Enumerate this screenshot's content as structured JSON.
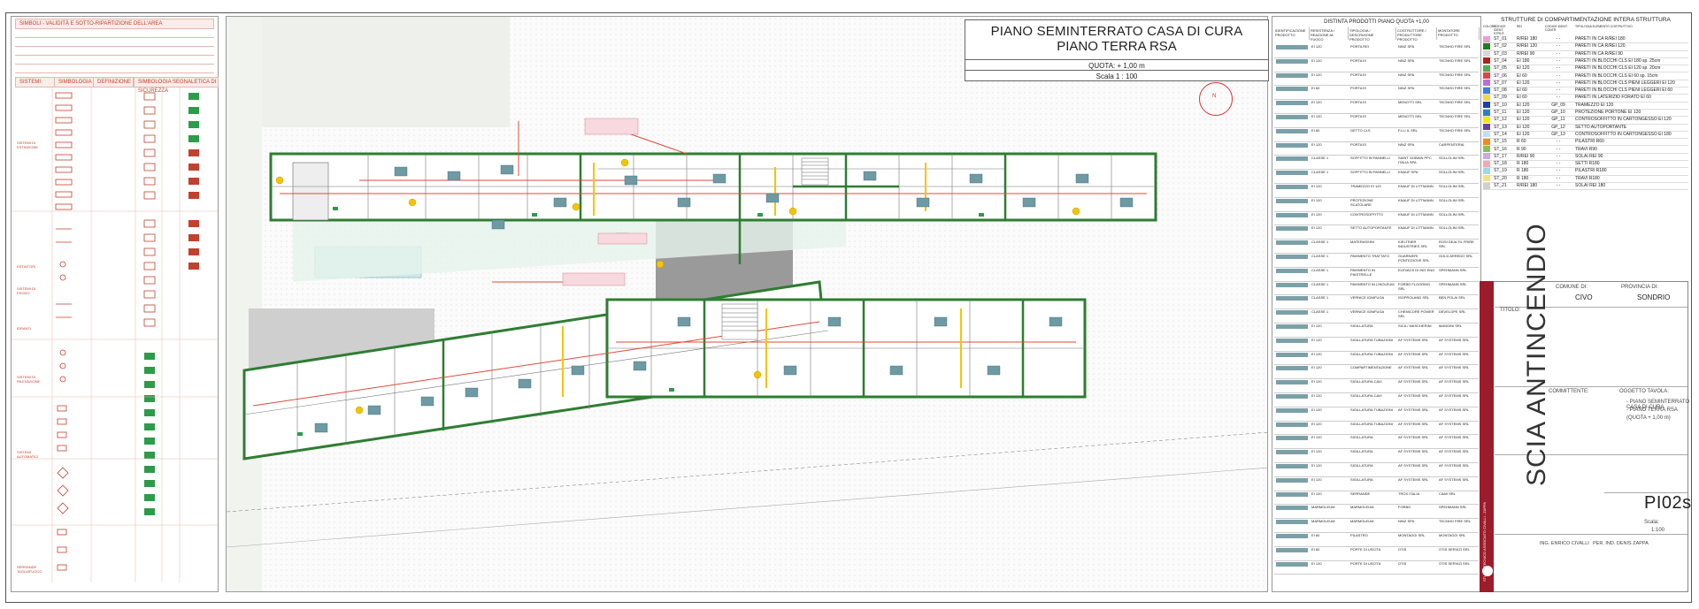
{
  "plan": {
    "title_line1": "PIANO SEMINTERRATO CASA DI CURA",
    "title_line2": "PIANO TERRA RSA",
    "quota": "QUOTA: + 1,00 m",
    "scale": "Scala 1 : 100",
    "north_label": "N"
  },
  "products": {
    "title": "DISTINTA PRODOTTI PIANO QUOTA +1,00",
    "headers": [
      "IDENTIFICAZIONE PRODOTTO",
      "RESISTENZA / REAZIONE AL FUOCO",
      "TIPOLOGIA / DESCRIZIONE PRODOTTO",
      "COSTRUTTORE / PRODUTTORE PRODOTTO",
      "MONTATORE PRODOTTO"
    ],
    "rows": [
      {
        "code": "EI 120",
        "type": "PORTA REI",
        "maker": "NINZ SPA",
        "fitter": "TECNHO FIRE SRL"
      },
      {
        "code": "EI 120",
        "type": "PORTA EI",
        "maker": "NINZ SPA",
        "fitter": "TECNHO FIRE SRL"
      },
      {
        "code": "EI 120",
        "type": "PORTA EI",
        "maker": "NINZ SPA",
        "fitter": "TECNHO FIRE SRL"
      },
      {
        "code": "EI 60",
        "type": "PORTA EI",
        "maker": "NINZ SPA",
        "fitter": "TECNHO FIRE SRL"
      },
      {
        "code": "EI 120",
        "type": "PORTA EI",
        "maker": "MENOTTI SRL",
        "fitter": "TECNHO FIRE SRL"
      },
      {
        "code": "EI 120",
        "type": "PORTA EI",
        "maker": "MENOTTI SRL",
        "fitter": "TECNHO FIRE SRL"
      },
      {
        "code": "EI 60",
        "type": "GETTO CLS",
        "maker": "F.LLI IL SRL",
        "fitter": "TECNHO FIRE SRL"
      },
      {
        "code": "EI 120",
        "type": "PORTA EI",
        "maker": "NINZ SPA",
        "fitter": "CARPENTERIA"
      },
      {
        "code": "CLASSE 1",
        "type": "SOFFITTO IN PANNELLI",
        "maker": "SAINT GOBAIN PPC ITALIA SPA",
        "fitter": "SOLLOLINI SRL"
      },
      {
        "code": "CLASSE 1",
        "type": "SOFFITTO IN PANNELLI",
        "maker": "KNAUF SPA",
        "fitter": "SOLLOLINI SRL"
      },
      {
        "code": "EI 120",
        "type": "TRAMEZZO EI 120",
        "maker": "KNAUF DI LITTMANN",
        "fitter": "SOLLOLINI SRL"
      },
      {
        "code": "EI 120",
        "type": "PROTEZIONE SCATOLARE",
        "maker": "KNAUF DI LITTMANN",
        "fitter": "SOLLOLINI SRL"
      },
      {
        "code": "EI 120",
        "type": "CONTROSOFFITTO",
        "maker": "KNAUF DI LITTMANN",
        "fitter": "SOLLOLINI SRL"
      },
      {
        "code": "EI 120",
        "type": "SETTO AUTOPORTANTE",
        "maker": "KNAUF DI LITTMANN",
        "fitter": "SOLLOLINI SRL"
      },
      {
        "code": "CLASSE 1",
        "type": "MATERASSINI",
        "maker": "KIELTRIER INDUSTRIES SRL",
        "fitter": "ROSI DEALTIL FRIRE SRL"
      },
      {
        "code": "CLASSE 1",
        "type": "PAVIMENTO TRATTATO",
        "maker": "GUARNIERI PONTEGIOVE SRL",
        "fitter": "GOLD ARREDO SRL"
      },
      {
        "code": "CLASSE 1",
        "type": "PAVIMENTO IN PIASTRELLE",
        "maker": "ELEVACS DI ING ENG",
        "fitter": "SPEHMANN SRL"
      },
      {
        "code": "CLASSE 1",
        "type": "PAVIMENTO IN LINOLEUM",
        "maker": "FORBO FLOORING SRL",
        "fitter": "SPEHMANN SRL"
      },
      {
        "code": "CLASSE 1",
        "type": "VERNICE IGNIFUGA",
        "maker": "ISOPROLAND SRL",
        "fitter": "BEN POLAI SRL"
      },
      {
        "code": "CLASSE 1",
        "type": "VERNICE IGNIFUGA",
        "maker": "CHEMICORE POWER SRL",
        "fitter": "DEVELOPE SRL"
      },
      {
        "code": "EI 120",
        "type": "SIGILLATURA",
        "maker": "SICA / MASCHERINI",
        "fitter": "MANGINI SRL"
      },
      {
        "code": "EI 120",
        "type": "SIGILLATURA TUBAZIONI",
        "maker": "AF SYSTEMS SRL",
        "fitter": "AF SYSTEMS SRL"
      },
      {
        "code": "EI 120",
        "type": "SIGILLATURA TUBAZIONI",
        "maker": "AF SYSTEMS SRL",
        "fitter": "AF SYSTEMS SRL"
      },
      {
        "code": "EI 120",
        "type": "COMPARTIMENTAZIONE",
        "maker": "AF SYSTEMS SRL",
        "fitter": "AF SYSTEMS SRL"
      },
      {
        "code": "EI 120",
        "type": "SIGILLATURA CAVI",
        "maker": "AF SYSTEMS SRL",
        "fitter": "AF SYSTEMS SRL"
      },
      {
        "code": "EI 120",
        "type": "SIGILLATURA CAVI",
        "maker": "AF SYSTEMS SRL",
        "fitter": "AF SYSTEMS SRL"
      },
      {
        "code": "EI 120",
        "type": "SIGILLATURA TUBAZIONI",
        "maker": "AF SYSTEMS SRL",
        "fitter": "AF SYSTEMS SRL"
      },
      {
        "code": "EI 120",
        "type": "SIGILLATURA TUBAZIONI",
        "maker": "AF SYSTEMS SRL",
        "fitter": "AF SYSTEMS SRL"
      },
      {
        "code": "EI 120",
        "type": "SIGILLATURA",
        "maker": "AF SYSTEMS SRL",
        "fitter": "AF SYSTEMS SRL"
      },
      {
        "code": "EI 120",
        "type": "SIGILLATURA",
        "maker": "AF SYSTEMS SRL",
        "fitter": "AF SYSTEMS SRL"
      },
      {
        "code": "EI 120",
        "type": "SIGILLATURA",
        "maker": "AF SYSTEMS SRL",
        "fitter": "AF SYSTEMS SRL"
      },
      {
        "code": "EI 120",
        "type": "SIGILLATURA",
        "maker": "AF SYSTEMS SRL",
        "fitter": "AF SYSTEMS SRL"
      },
      {
        "code": "EI 120",
        "type": "SERRANDE",
        "maker": "TROX ITALIA",
        "fitter": "CAMI SRL"
      },
      {
        "code": "MARMOLEUM",
        "type": "MARMOLEUM",
        "maker": "FORBO",
        "fitter": "SPEHMANN SRL"
      },
      {
        "code": "MARMOLEUM",
        "type": "MARMOLEUM",
        "maker": "NINZ SPA",
        "fitter": "TECNHO FIRE SRL"
      },
      {
        "code": "EI 60",
        "type": "PILASTRO",
        "maker": "MONTAGGI SRL",
        "fitter": "MONTAGGI SRL"
      },
      {
        "code": "EI 60",
        "type": "PORTE DI USCITA",
        "maker": "OTIS",
        "fitter": "OTIS SERVIZI SRL"
      },
      {
        "code": "EI 120",
        "type": "PORTE DI USCITA",
        "maker": "OTIS",
        "fitter": "OTIS SERVIZI SRL"
      }
    ]
  },
  "structures": {
    "title": "STRUTTURE DI COMPARTIMENTAZIONE INTERA STRUTTURA",
    "headers": [
      "COLORE",
      "CODICE IDENT. STRUT.",
      "REI",
      "CODICE IDENT. CONTR.",
      "TIPOLOGIA ELEMENTO COSTRUTTIVO"
    ],
    "rows": [
      {
        "code": "ST_01",
        "rei": "R/REI 180",
        "cp": "- -",
        "desc": "PARETI IN CA R/REI 180",
        "color": "#e7a3c9"
      },
      {
        "code": "ST_02",
        "rei": "R/REI 120",
        "cp": "- -",
        "desc": "PARETI IN CA R/REI 120",
        "color": "#1e7d1e"
      },
      {
        "code": "ST_03",
        "rei": "R/REI 90",
        "cp": "- -",
        "desc": "PARETI IN CA R/REI 90",
        "color": "#d8d8d8"
      },
      {
        "code": "ST_04",
        "rei": "EI 180",
        "cp": "- -",
        "desc": "PARETI IN BLOCCHI CLS EI 180 sp. 25cm",
        "color": "#b22222"
      },
      {
        "code": "ST_05",
        "rei": "EI 120",
        "cp": "- -",
        "desc": "PARETI IN BLOCCHI CLS EI 120 sp. 20cm",
        "color": "#4caf50"
      },
      {
        "code": "ST_06",
        "rei": "EI 60",
        "cp": "- -",
        "desc": "PARETI IN BLOCCHI CLS EI 60 sp. 15cm",
        "color": "#e04444"
      },
      {
        "code": "ST_07",
        "rei": "EI 120",
        "cp": "- -",
        "desc": "PARETI IN BLOCCHI CLS PIENI LEGGERI EI 120",
        "color": "#b86fd6"
      },
      {
        "code": "ST_08",
        "rei": "EI 60",
        "cp": "- -",
        "desc": "PARETI IN BLOCCHI CLS PIENI LEGGERI EI 60",
        "color": "#3b7ddd"
      },
      {
        "code": "ST_09",
        "rei": "EI 60",
        "cp": "- -",
        "desc": "PARETI IN LATERIZIO FORATO EI 60",
        "color": "#f2d64b"
      },
      {
        "code": "ST_10",
        "rei": "EI 120",
        "cp": "GP_09",
        "desc": "TRAMEZZO EI 120",
        "color": "#1c3fb0"
      },
      {
        "code": "ST_11",
        "rei": "EI 120",
        "cp": "GP_10",
        "desc": "PROTEZIONE PORTONE EI 120",
        "color": "#2e7fbf"
      },
      {
        "code": "ST_12",
        "rei": "EI 120",
        "cp": "GP_11",
        "desc": "CONTROSOFFITTO IN CARTONGESSO EI 120",
        "color": "#f6e700"
      },
      {
        "code": "ST_13",
        "rei": "EI 120",
        "cp": "GP_12",
        "desc": "SETTO AUTOPORTANTE",
        "color": "#6b3fa0"
      },
      {
        "code": "ST_14",
        "rei": "EI 120",
        "cp": "GP_13",
        "desc": "CONTROSOFFITTO IN CARTONGESSO EI 180",
        "color": "#bfe0f5"
      },
      {
        "code": "ST_15",
        "rei": "R 60",
        "cp": "- -",
        "desc": "PILASTRI R60",
        "color": "#f08a24"
      },
      {
        "code": "ST_16",
        "rei": "R 90",
        "cp": "- -",
        "desc": "TRAVI R90",
        "color": "#8bc34a"
      },
      {
        "code": "ST_17",
        "rei": "R/REI 90",
        "cp": "- -",
        "desc": "SOLAI REI 90",
        "color": "#c9a9e8"
      },
      {
        "code": "ST_18",
        "rei": "R 180",
        "cp": "- -",
        "desc": "SETTI R180",
        "color": "#f3a9b3"
      },
      {
        "code": "ST_19",
        "rei": "R 180",
        "cp": "- -",
        "desc": "PILASTRI R180",
        "color": "#9dd9e8"
      },
      {
        "code": "ST_20",
        "rei": "R 180",
        "cp": "- -",
        "desc": "TRAVI R180",
        "color": "#f6e27a"
      },
      {
        "code": "ST_21",
        "rei": "R/REI 180",
        "cp": "- -",
        "desc": "SOLAI REI 180",
        "color": "#cfcfcf"
      }
    ]
  },
  "titleblock": {
    "comune_label": "COMUNE DI:",
    "comune": "CIVO",
    "provincia_label": "PROVINCIA DI:",
    "provincia": "SONDRIO",
    "titolo_label": "TITOLO:",
    "committente_label": "COMMITTENTE:",
    "oggetto_label": "OGGETTO TAVOLA:",
    "oggetto_lines": [
      "- PIANO SEMINTERRATO CASA DI CURA",
      "- PIANO TERRA RSA",
      "(QUOTA + 1,00 m)"
    ],
    "project_title": "SCIA ANTINCENDIO",
    "tavola": "PI02s",
    "scala_label": "Scala:",
    "scala": "1:100",
    "engineer1": "ING. ENRICO CIVALLI",
    "engineer2": "PER. IND. DENIS ZAPPA",
    "studio": "STUDIO TECNICO ASSOCIATO CIVALLI - ZAPPA"
  },
  "legend": {
    "header_top": "SIMBOLI - VALIDITÀ E SOTTO-RIPARTIZIONE DELL'AREA",
    "col1": "SISTEMI",
    "col2": "SIMBOLOGIA",
    "col3": "DEFINIZIONE",
    "header_mid": "SIMBOLOGIA SEGNALETICA DI SICUREZZA",
    "groups": [
      "SISTEMI DI ESTINZIONE",
      "ESTINTORI",
      "SISTEMI DI ESODO",
      "IDRANTI",
      "SISTEMI DI RILEVAZIONE",
      "SISTEMI AUTOMATICI",
      "SERRANDE TAGLIAFUOCO"
    ]
  }
}
